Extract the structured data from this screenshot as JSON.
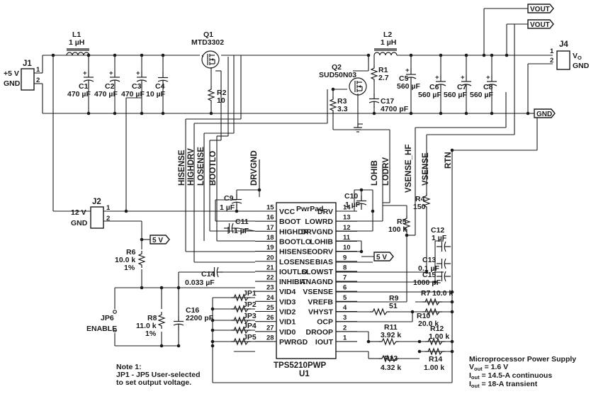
{
  "connectors": {
    "J1": {
      "ref": "J1",
      "label1": "+5 V",
      "label2": "GND",
      "pins": [
        "1",
        "2"
      ]
    },
    "J2": {
      "ref": "J2",
      "label1": "12 V",
      "label2": "GND",
      "pins": [
        "1",
        "2"
      ]
    },
    "J4": {
      "ref": "J4",
      "label1": "V",
      "label1_sub": "O",
      "label2": "GND",
      "pins": [
        "1",
        "2"
      ]
    }
  },
  "inductors": [
    {
      "ref": "L1",
      "value": "1 µH"
    },
    {
      "ref": "L2",
      "value": "1 µH"
    }
  ],
  "mosfets": [
    {
      "ref": "Q1",
      "part": "MTD3302"
    },
    {
      "ref": "Q2",
      "part": "SUD50N03"
    }
  ],
  "input_caps": [
    {
      "ref": "C1",
      "value": "470 µF"
    },
    {
      "ref": "C2",
      "value": "470 µF"
    },
    {
      "ref": "C3",
      "value": "470 µF"
    },
    {
      "ref": "C4",
      "value": "10 µF"
    }
  ],
  "output_caps": [
    {
      "ref": "C5",
      "value": "560 µF"
    },
    {
      "ref": "C6",
      "value": "560 µF"
    },
    {
      "ref": "C7",
      "value": "560 µF"
    },
    {
      "ref": "C8",
      "value": "560 µF"
    }
  ],
  "resistors": {
    "R1": {
      "ref": "R1",
      "value": "2.7"
    },
    "R2": {
      "ref": "R2",
      "value": "10"
    },
    "R3": {
      "ref": "R3",
      "value": "3.3"
    },
    "R4": {
      "ref": "R4",
      "value": "150"
    },
    "R5": {
      "ref": "R5",
      "value": "100 k"
    },
    "R6": {
      "ref": "R6",
      "value": "10.0 k",
      "tol": "1%"
    },
    "R7": {
      "ref": "R7",
      "value": "10.0 k"
    },
    "R8": {
      "ref": "R8",
      "value": "11.0 k",
      "tol": "1%"
    },
    "R9": {
      "ref": "R9",
      "value": "51"
    },
    "R10": {
      "ref": "R10",
      "value": "20.0 k"
    },
    "R11": {
      "ref": "R11",
      "value": "3.92 k"
    },
    "R12": {
      "ref": "R12",
      "value": "1.00 k"
    },
    "R13": {
      "ref": "R13",
      "value": "4.32 k"
    },
    "R14": {
      "ref": "R14",
      "value": "1.00 k"
    }
  },
  "small_caps": {
    "C9": {
      "ref": "C9",
      "value": "1 µF"
    },
    "C10": {
      "ref": "C10",
      "value": "1 µF"
    },
    "C11": {
      "ref": "C11",
      "value": "1 µF"
    },
    "C12": {
      "ref": "C12",
      "value": "1 µF"
    },
    "C13": {
      "ref": "C13",
      "value": "0.1 µF"
    },
    "C14": {
      "ref": "C14",
      "value": "0.033 µF"
    },
    "C15": {
      "ref": "C15",
      "value": "1000 pF"
    },
    "C16": {
      "ref": "C16",
      "value": "2200 pF"
    },
    "C17": {
      "ref": "C17",
      "value": "4700 pF"
    }
  },
  "jumpers": [
    "JP1",
    "JP2",
    "JP3",
    "JP4",
    "JP5"
  ],
  "jp6": {
    "ref": "JP6",
    "label": "ENABLE"
  },
  "net_labels": {
    "vout": "VOUT",
    "gnd": "GND",
    "five_v": "5 V"
  },
  "vertical_nets": [
    "HISENSE",
    "HIGHDRV",
    "LOSENSE",
    "BOOTLO",
    "DRVGND",
    "LOHIB",
    "LODRV",
    "VSENSE_HF",
    "VSENSE",
    "RTN"
  ],
  "ic": {
    "ref": "U1",
    "part": "TPS5210PWP",
    "pad": "PwrPad",
    "left_pins": [
      {
        "num": "15",
        "name": "VCC"
      },
      {
        "num": "16",
        "name": "BOOT"
      },
      {
        "num": "17",
        "name": "HIGHDR"
      },
      {
        "num": "18",
        "name": "BOOTLO"
      },
      {
        "num": "19",
        "name": "HISENSE"
      },
      {
        "num": "20",
        "name": "LOSENSE"
      },
      {
        "num": "21",
        "name": "IOUTLO"
      },
      {
        "num": "22",
        "name": "INHIBIT"
      },
      {
        "num": "23",
        "name": "VID4"
      },
      {
        "num": "24",
        "name": "VID3"
      },
      {
        "num": "25",
        "name": "VID2"
      },
      {
        "num": "26",
        "name": "VID1"
      },
      {
        "num": "27",
        "name": "VID0"
      },
      {
        "num": "28",
        "name": "PWRGD"
      }
    ],
    "right_pins": [
      {
        "num": "14",
        "name": "DRV"
      },
      {
        "num": "13",
        "name": "LOWRD"
      },
      {
        "num": "12",
        "name": "DRVGND"
      },
      {
        "num": "11",
        "name": "LOHIB"
      },
      {
        "num": "10",
        "name": "LODRV"
      },
      {
        "num": "9",
        "name": "BIAS"
      },
      {
        "num": "8",
        "name": "SLOWST"
      },
      {
        "num": "7",
        "name": "ANAGND"
      },
      {
        "num": "6",
        "name": "VSENSE"
      },
      {
        "num": "5",
        "name": "VREFB"
      },
      {
        "num": "4",
        "name": "VHYST"
      },
      {
        "num": "3",
        "name": "OCP"
      },
      {
        "num": "2",
        "name": "DROOP"
      },
      {
        "num": "1",
        "name": "IOUT"
      }
    ]
  },
  "note": {
    "line1": "Note 1:",
    "line2": "JP1 - JP5  User-selected",
    "line3": "to set output voltage."
  },
  "spec": {
    "title": "Microprocessor Power Supply",
    "vout": "V",
    "vout_sub": "out",
    "vout_val": " = 1.6 V",
    "iout1": "I",
    "iout1_sub": "out",
    "iout1_val": " = 14.5-A continuous",
    "iout2": "I",
    "iout2_sub": "out",
    "iout2_val": " = 18-A transient"
  }
}
